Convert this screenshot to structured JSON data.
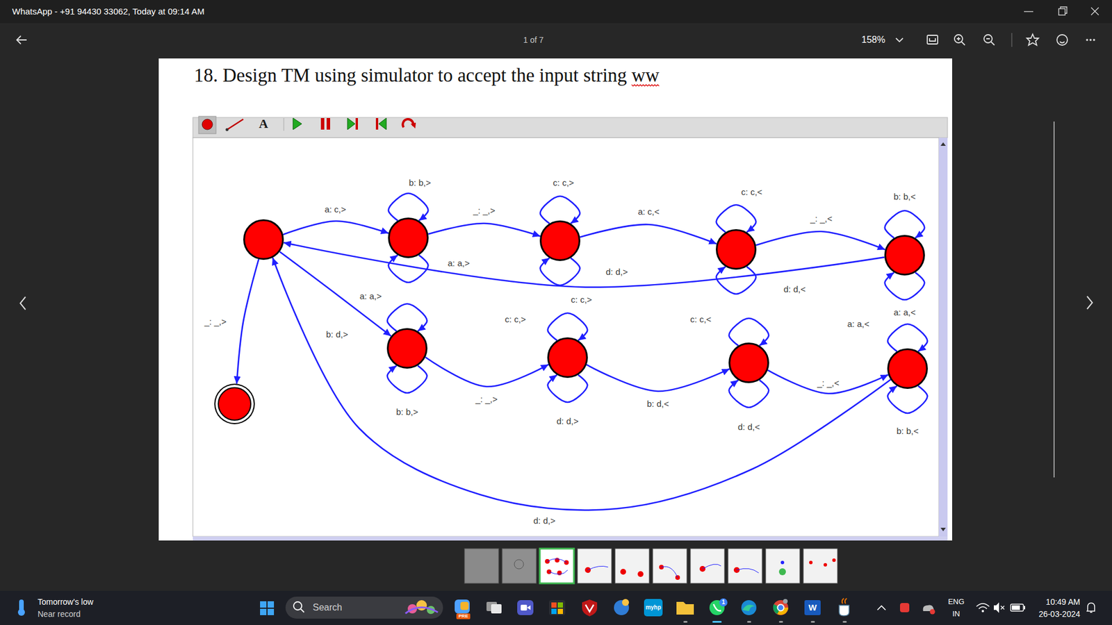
{
  "diagram": {
    "title": "18. Design TM using simulator to accept the input string ww",
    "nodes": [
      {
        "text": []
      },
      {
        "text": []
      },
      {
        "text": []
      },
      {
        "text": []
      },
      {
        "text": []
      },
      {
        "text": []
      },
      {
        "text": []
      },
      {
        "text": []
      },
      {
        "text": []
      },
      {
        "text": []
      }
    ],
    "edges": [
      {
        "from": 0,
        "to": 1,
        "arrow": "to",
        "label": "a: c,>"
      },
      {
        "from": 1,
        "to": 1,
        "arrow": "to",
        "label": "b: b,>"
      },
      {
        "from": 1,
        "to": 1,
        "arrow": "to",
        "label": "a: a,>"
      },
      {
        "from": 1,
        "to": 2,
        "arrow": "to",
        "label": "_: _,>"
      },
      {
        "from": 2,
        "to": 2,
        "arrow": "to",
        "label": "c: c,>"
      },
      {
        "from": 2,
        "to": 2,
        "arrow": "to",
        "label": "d: d,>"
      },
      {
        "from": 2,
        "to": 3,
        "arrow": "to",
        "label": "a: c,<"
      },
      {
        "from": 3,
        "to": 3,
        "arrow": "to",
        "label": "c: c,<"
      },
      {
        "from": 3,
        "to": 3,
        "arrow": "to",
        "label": "d: d,<"
      },
      {
        "from": 3,
        "to": 4,
        "arrow": "to",
        "label": "_: _,<"
      },
      {
        "from": 4,
        "to": 4,
        "arrow": "to",
        "label": "b: b,<"
      },
      {
        "from": 4,
        "to": 4,
        "arrow": "to",
        "label": "a: a,<"
      },
      {
        "from": 4,
        "to": 0,
        "arrow": "to",
        "label": "c: c,>"
      },
      {
        "from": 0,
        "to": 5,
        "arrow": "to",
        "label": "b: d,>"
      },
      {
        "from": 5,
        "to": 5,
        "arrow": "to",
        "label": "a: a,>"
      },
      {
        "from": 5,
        "to": 5,
        "arrow": "to",
        "label": "b: b,>"
      },
      {
        "from": 5,
        "to": 6,
        "arrow": "to",
        "label": "_: _,>"
      },
      {
        "from": 6,
        "to": 6,
        "arrow": "to",
        "label": "c: c,>"
      },
      {
        "from": 6,
        "to": 6,
        "arrow": "to",
        "label": "d: d,>"
      },
      {
        "from": 6,
        "to": 7,
        "arrow": "to",
        "label": "b: d,<"
      },
      {
        "from": 7,
        "to": 7,
        "arrow": "to",
        "label": "c: c,<"
      },
      {
        "from": 7,
        "to": 7,
        "arrow": "to",
        "label": "d: d,<"
      },
      {
        "from": 7,
        "to": 8,
        "arrow": "to",
        "label": "_: _,<"
      },
      {
        "from": 8,
        "to": 8,
        "arrow": "to",
        "label": "a: a,<"
      },
      {
        "from": 8,
        "to": 8,
        "arrow": "to",
        "label": "b: b,<"
      },
      {
        "from": 8,
        "to": 0,
        "arrow": "to",
        "label": "d: d,>"
      },
      {
        "from": 0,
        "to": 9,
        "arrow": "to",
        "label": "_: _,>"
      }
    ],
    "labels": [
      "WhatsApp - +91 94430 33062, Today at 09:14 AM",
      "1 of 7",
      "158%",
      "A",
      "Tomorrow's low",
      "Near record",
      "Search",
      "PRE",
      "myhp",
      "1",
      "W",
      "ENG",
      "IN",
      "10:49 AM",
      "26-03-2024"
    ]
  }
}
